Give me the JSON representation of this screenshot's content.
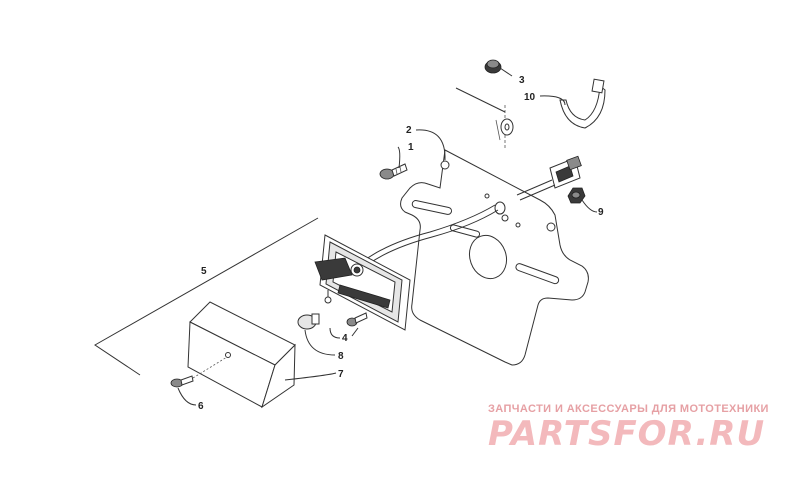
{
  "callouts": [
    {
      "id": "1",
      "label": "1"
    },
    {
      "id": "2",
      "label": "2"
    },
    {
      "id": "3",
      "label": "3"
    },
    {
      "id": "4",
      "label": "4"
    },
    {
      "id": "5",
      "label": "5"
    },
    {
      "id": "6",
      "label": "6"
    },
    {
      "id": "7",
      "label": "7"
    },
    {
      "id": "8",
      "label": "8"
    },
    {
      "id": "9",
      "label": "9"
    },
    {
      "id": "10",
      "label": "10"
    }
  ],
  "watermark": {
    "subtitle": "ЗАПЧАСТИ И АКСЕССУАРЫ ДЛЯ МОТОТЕХНИКИ",
    "logo": "PARTSFOR.RU"
  }
}
